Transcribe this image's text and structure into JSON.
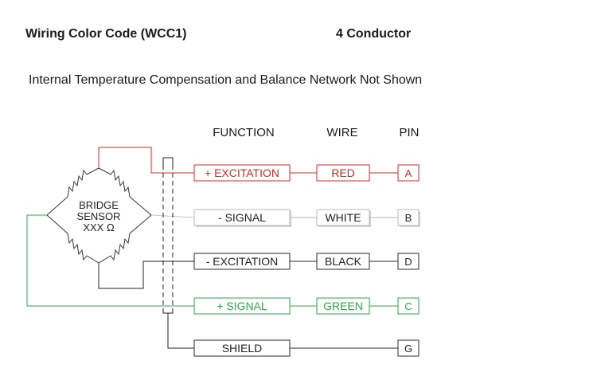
{
  "header": {
    "title": "Wiring Color Code (WCC1)",
    "conductor": "4 Conductor"
  },
  "subtitle": "Internal Temperature Compensation and Balance Network Not Shown",
  "columns": {
    "function": "FUNCTION",
    "wire": "WIRE",
    "pin": "PIN"
  },
  "sensor": {
    "line1": "BRIDGE",
    "line2": "SENSOR",
    "line3": "XXX Ω"
  },
  "rows": [
    {
      "function": "+ EXCITATION",
      "wire": "RED",
      "pin": "A",
      "color": "#d42a2a"
    },
    {
      "function": "- SIGNAL",
      "wire": "WHITE",
      "pin": "B",
      "color": "#b8b8b8"
    },
    {
      "function": "- EXCITATION",
      "wire": "BLACK",
      "pin": "D",
      "color": "#2a2a2a"
    },
    {
      "function": "+ SIGNAL",
      "wire": "GREEN",
      "pin": "C",
      "color": "#2ea84a"
    },
    {
      "function": "SHIELD",
      "wire": "",
      "pin": "G",
      "color": "#2a2a2a"
    }
  ]
}
